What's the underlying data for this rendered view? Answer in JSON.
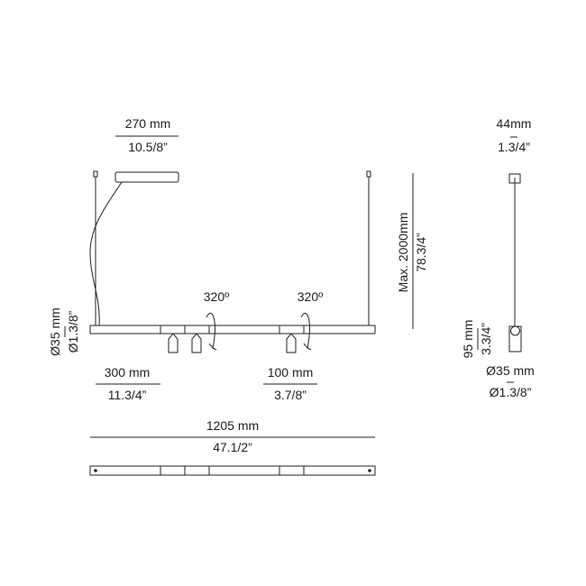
{
  "canopy": {
    "width_mm": "270 mm",
    "width_in": "10.5/8”"
  },
  "height": {
    "max_mm": "Max. 2000mm",
    "max_in": "78.3/4”"
  },
  "bar_diameter": {
    "mm": "Ø35 mm",
    "in": "Ø1.3/8”"
  },
  "rotation": {
    "left": "320º",
    "right": "320º"
  },
  "offset_left": {
    "mm": "300 mm",
    "in": "11.3/4”"
  },
  "offset_spot": {
    "mm": "100 mm",
    "in": "3.7/8”"
  },
  "length": {
    "mm": "1205 mm",
    "in": "47.1/2”"
  },
  "side": {
    "canopy_mm": "44mm",
    "canopy_in": "1.3/4”",
    "spot_h_mm": "95 mm",
    "spot_h_in": "3.3/4”",
    "spot_d_mm": "Ø35 mm",
    "spot_d_in": "Ø1.3/8”"
  }
}
